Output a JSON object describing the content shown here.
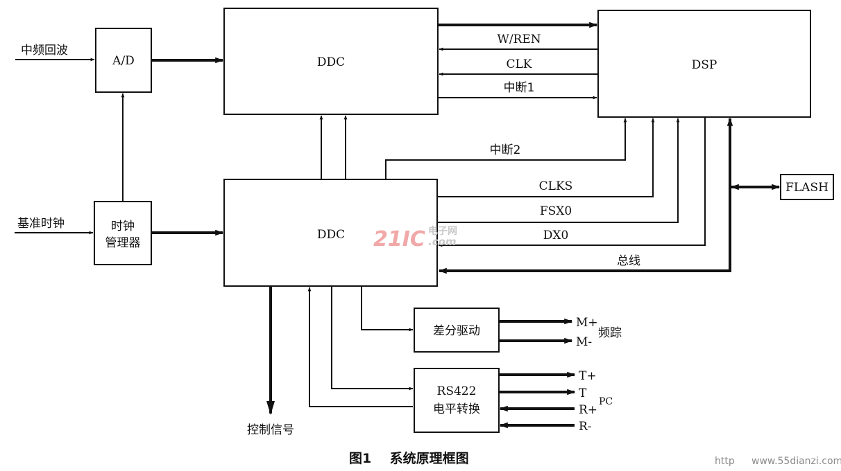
{
  "diagram": {
    "blocks": {
      "ad": "A/D",
      "ddc_top": "DDC",
      "ddc_bottom": "DDC",
      "dsp": "DSP",
      "clock_mgr_line1": "时钟",
      "clock_mgr_line2": "管理器",
      "flash": "FLASH",
      "diff_drive": "差分驱动",
      "rs422_line1": "RS422",
      "rs422_line2": "电平转换"
    },
    "inputs": {
      "if_echo": "中频回波",
      "ref_clock": "基准时钟"
    },
    "signals": {
      "wren": "W/REN",
      "clk": "CLK",
      "int1": "中断1",
      "int2": "中断2",
      "clks": "CLKS",
      "fsx0": "FSX0",
      "dx0": "DX0",
      "bus": "总线",
      "control": "控制信号"
    },
    "outputs": {
      "m_plus": "M+",
      "m_minus": "M-",
      "freq_track": "频踪",
      "t_plus": "T+",
      "t": "T",
      "r_plus": "R+",
      "r_minus": "R-",
      "pc": "PC"
    },
    "caption": "图1    系统原理框图",
    "watermark": {
      "logo_num": "21IC",
      "logo_cn": "电子网",
      "logo_dom": ".com",
      "url_prefix": "http",
      "url": "www.55dianzi.com"
    }
  }
}
